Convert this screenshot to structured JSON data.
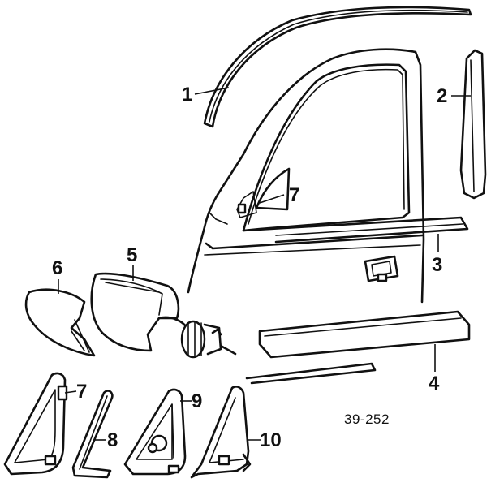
{
  "callouts": {
    "c1": "1",
    "c2": "2",
    "c3": "3",
    "c4": "4",
    "c5": "5",
    "c6": "6",
    "c7a": "7",
    "c7b": "7",
    "c8": "8",
    "c9": "9",
    "c10": "10"
  },
  "reference_code": "39-252"
}
